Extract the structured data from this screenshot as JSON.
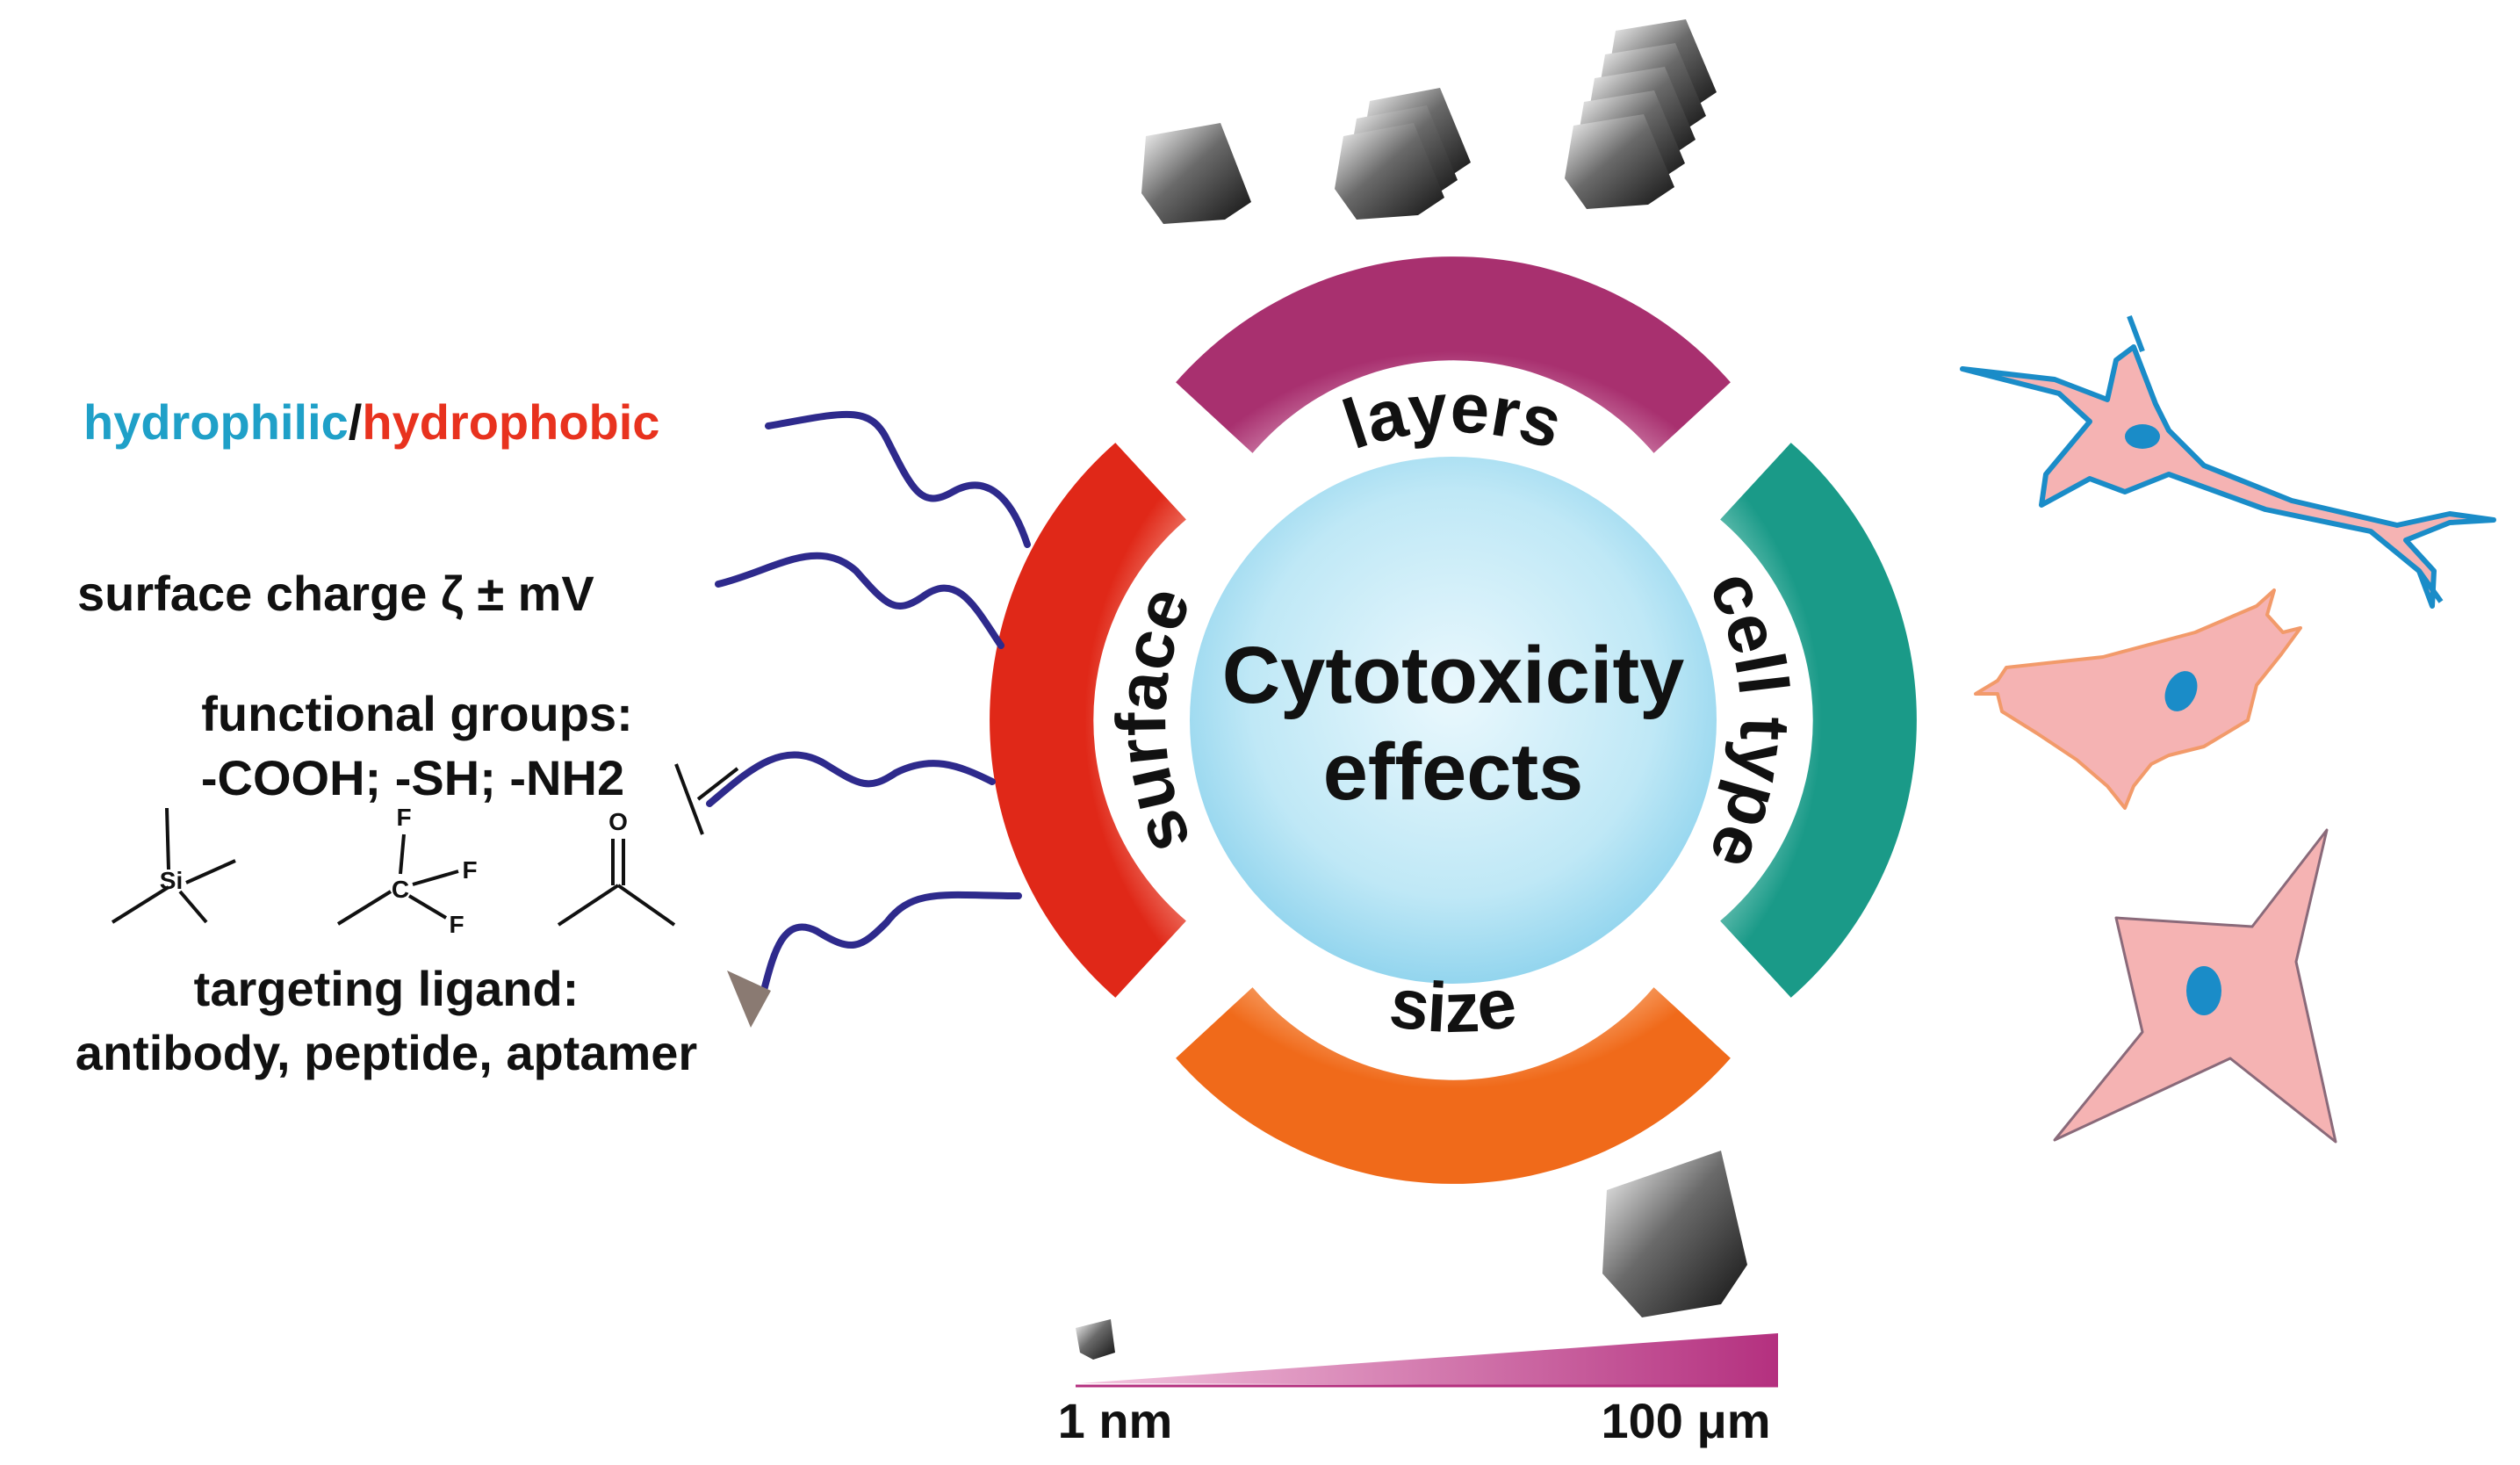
{
  "center": {
    "line1": "Cytotoxicity",
    "line2": "effects"
  },
  "segments": {
    "top": "layers",
    "right": "cell type",
    "bottom": "size",
    "left": "surface"
  },
  "surface_properties": {
    "hydro": {
      "philic": "hydrophilic",
      "slash": "/",
      "phobic": "hydrophobic"
    },
    "charge": "surface charge ζ ± mV",
    "functional_title": "functional groups:",
    "functional_list": "-COOH; -SH; -NH2",
    "molecule_atoms": {
      "si": "Si",
      "c": "C",
      "f": "F",
      "o": "O"
    },
    "ligand_title": "targeting ligand:",
    "ligand_list": "antibody, peptide, aptamer"
  },
  "size_scale": {
    "min": "1 nm",
    "max": "100 μm"
  },
  "colors": {
    "wave": "#2e2a8c",
    "hydrophilic": "#1fa0c8",
    "hydrophobic": "#e8321e",
    "layers": "#b0407f",
    "cell_type": "#22a08e",
    "size": "#f27a2a",
    "surface": "#e6321f",
    "center": "#a9dff2",
    "neuron": "#1a8cc8",
    "cell_fill": "#f5b3b3",
    "arrow_head": "#8a7a72"
  }
}
